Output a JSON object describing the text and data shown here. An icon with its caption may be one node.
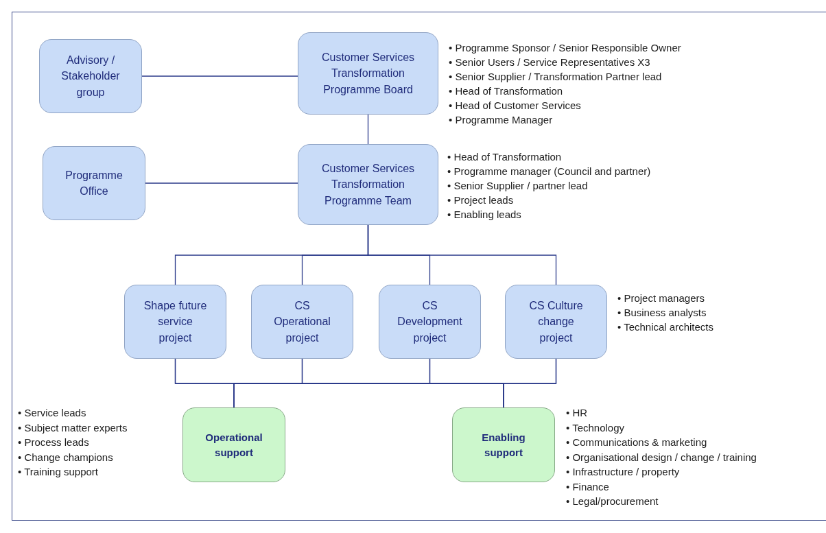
{
  "diagram": {
    "nodes": [
      {
        "text": [
          "Advisory / Stakeholder group"
        ]
      },
      {
        "text": [
          "Customer Services Transformation Programme Board"
        ],
        "beside": [
          "• Programme Sponsor / Senior Responsible Owner",
          "• Senior Users / Service Representatives X3",
          "• Senior Supplier / Transformation Partner lead",
          "• Head of Transformation",
          "• Head of Customer Services",
          "• Programme Manager"
        ]
      },
      {
        "text": [
          "Programme Office"
        ]
      },
      {
        "text": [
          "Customer Services Transformation Programme Team"
        ],
        "beside": [
          "• Head of Transformation",
          "• Programme manager (Council and partner)",
          "• Senior Supplier / partner lead",
          "• Project leads",
          "• Enabling leads"
        ]
      },
      {
        "text": [
          "Shape future service project"
        ]
      },
      {
        "text": [
          "CS Operational project"
        ]
      },
      {
        "text": [
          "CS Development project"
        ]
      },
      {
        "text": [
          "CS Culture change project"
        ],
        "beside": [
          "• Project managers",
          "• Business analysts",
          "• Technical architects"
        ]
      },
      {
        "text": [
          "Operational support"
        ],
        "beside": [
          "• Service leads",
          "• Subject matter experts",
          "• Process leads",
          "• Change champions",
          "• Training support"
        ]
      },
      {
        "text": [
          "Enabling support"
        ],
        "beside": [
          "• HR",
          "• Technology",
          "• Communications & marketing",
          "• Organisational design / change / training",
          "• Infrastructure / property",
          "• Finance",
          "• Legal/procurement"
        ]
      }
    ],
    "edges": [
      {
        "from": 0,
        "to": 1,
        "arrow": "none"
      },
      {
        "from": 1,
        "to": 3,
        "arrow": "none"
      },
      {
        "from": 2,
        "to": 3,
        "arrow": "none"
      },
      {
        "from": 3,
        "to": 4,
        "arrow": "none"
      },
      {
        "from": 3,
        "to": 5,
        "arrow": "none"
      },
      {
        "from": 3,
        "to": 6,
        "arrow": "none"
      },
      {
        "from": 3,
        "to": 7,
        "arrow": "none"
      },
      {
        "from": 4,
        "to": 8,
        "arrow": "none"
      },
      {
        "from": 5,
        "to": 8,
        "arrow": "none"
      },
      {
        "from": 6,
        "to": 8,
        "arrow": "none"
      },
      {
        "from": 7,
        "to": 8,
        "arrow": "none"
      },
      {
        "from": 4,
        "to": 9,
        "arrow": "none"
      },
      {
        "from": 5,
        "to": 9,
        "arrow": "none"
      },
      {
        "from": 6,
        "to": 9,
        "arrow": "none"
      },
      {
        "from": 7,
        "to": 9,
        "arrow": "none"
      }
    ]
  }
}
